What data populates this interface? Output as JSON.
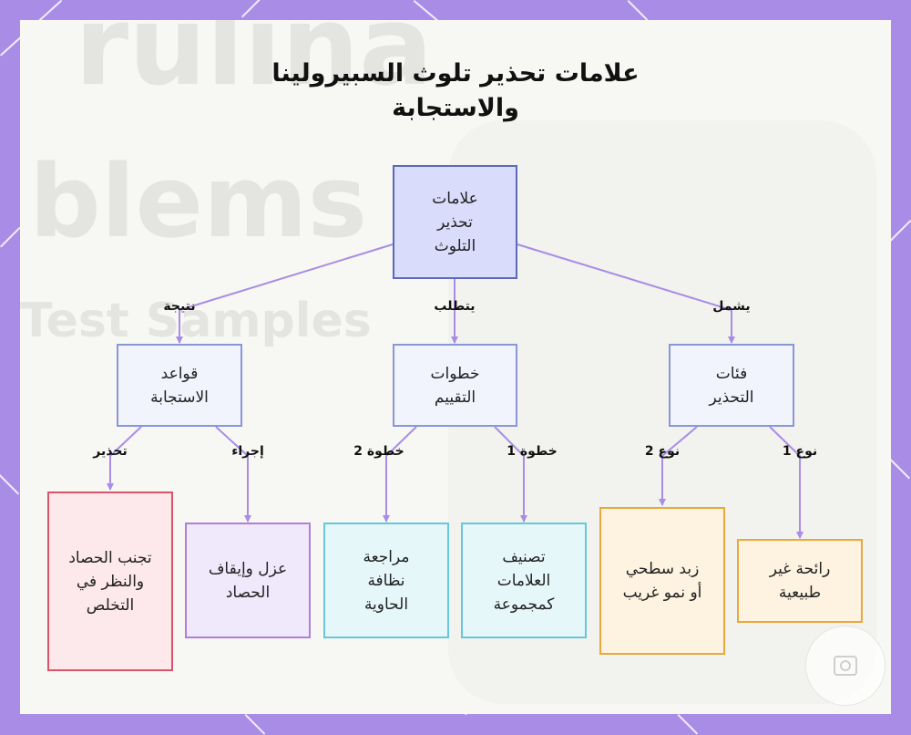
{
  "diagram": {
    "title_line1": "علامات تحذير تلوث السبيرولينا",
    "title_line2": "والاستجابة",
    "root": "علامات تحذير التلوث",
    "nodes": {
      "categories": "فئات التحذير",
      "assessment": "خطوات التقييم",
      "response": "قواعد الاستجابة",
      "smell": "رائحة غير طبيعية",
      "foam": "زبد سطحي أو نمو غريب",
      "classify": "تصنيف العلامات كمجموعة",
      "review": "مراجعة نظافة الحاوية",
      "isolate": "عزل وإيقاف الحصاد",
      "avoid": "تجنب الحصاد والنظر في التخلص"
    },
    "edge_labels": {
      "includes": "يشمل",
      "requires": "يتطلب",
      "result": "نتيجة",
      "type1": "نوع 1",
      "type2": "نوع 2",
      "step1": "خطوة 1",
      "step2": "خطوة 2",
      "action": "إجراء",
      "warning": "تحذير"
    },
    "colors": {
      "edge": "#a98ce6",
      "root_fill": "#d9dcfb",
      "root_border": "#5a6ab8",
      "mid_fill": "#f1f3fd",
      "mid_border": "#8a97d6",
      "orange_fill": "#fdf3e0",
      "orange_border": "#e8a93c",
      "cyan_fill": "#e6f7fa",
      "cyan_border": "#66c7dc",
      "purple_fill": "#f0e8fb",
      "purple_border": "#b07fd8",
      "red_fill": "#fde8ec",
      "red_border": "#d9546b"
    }
  }
}
